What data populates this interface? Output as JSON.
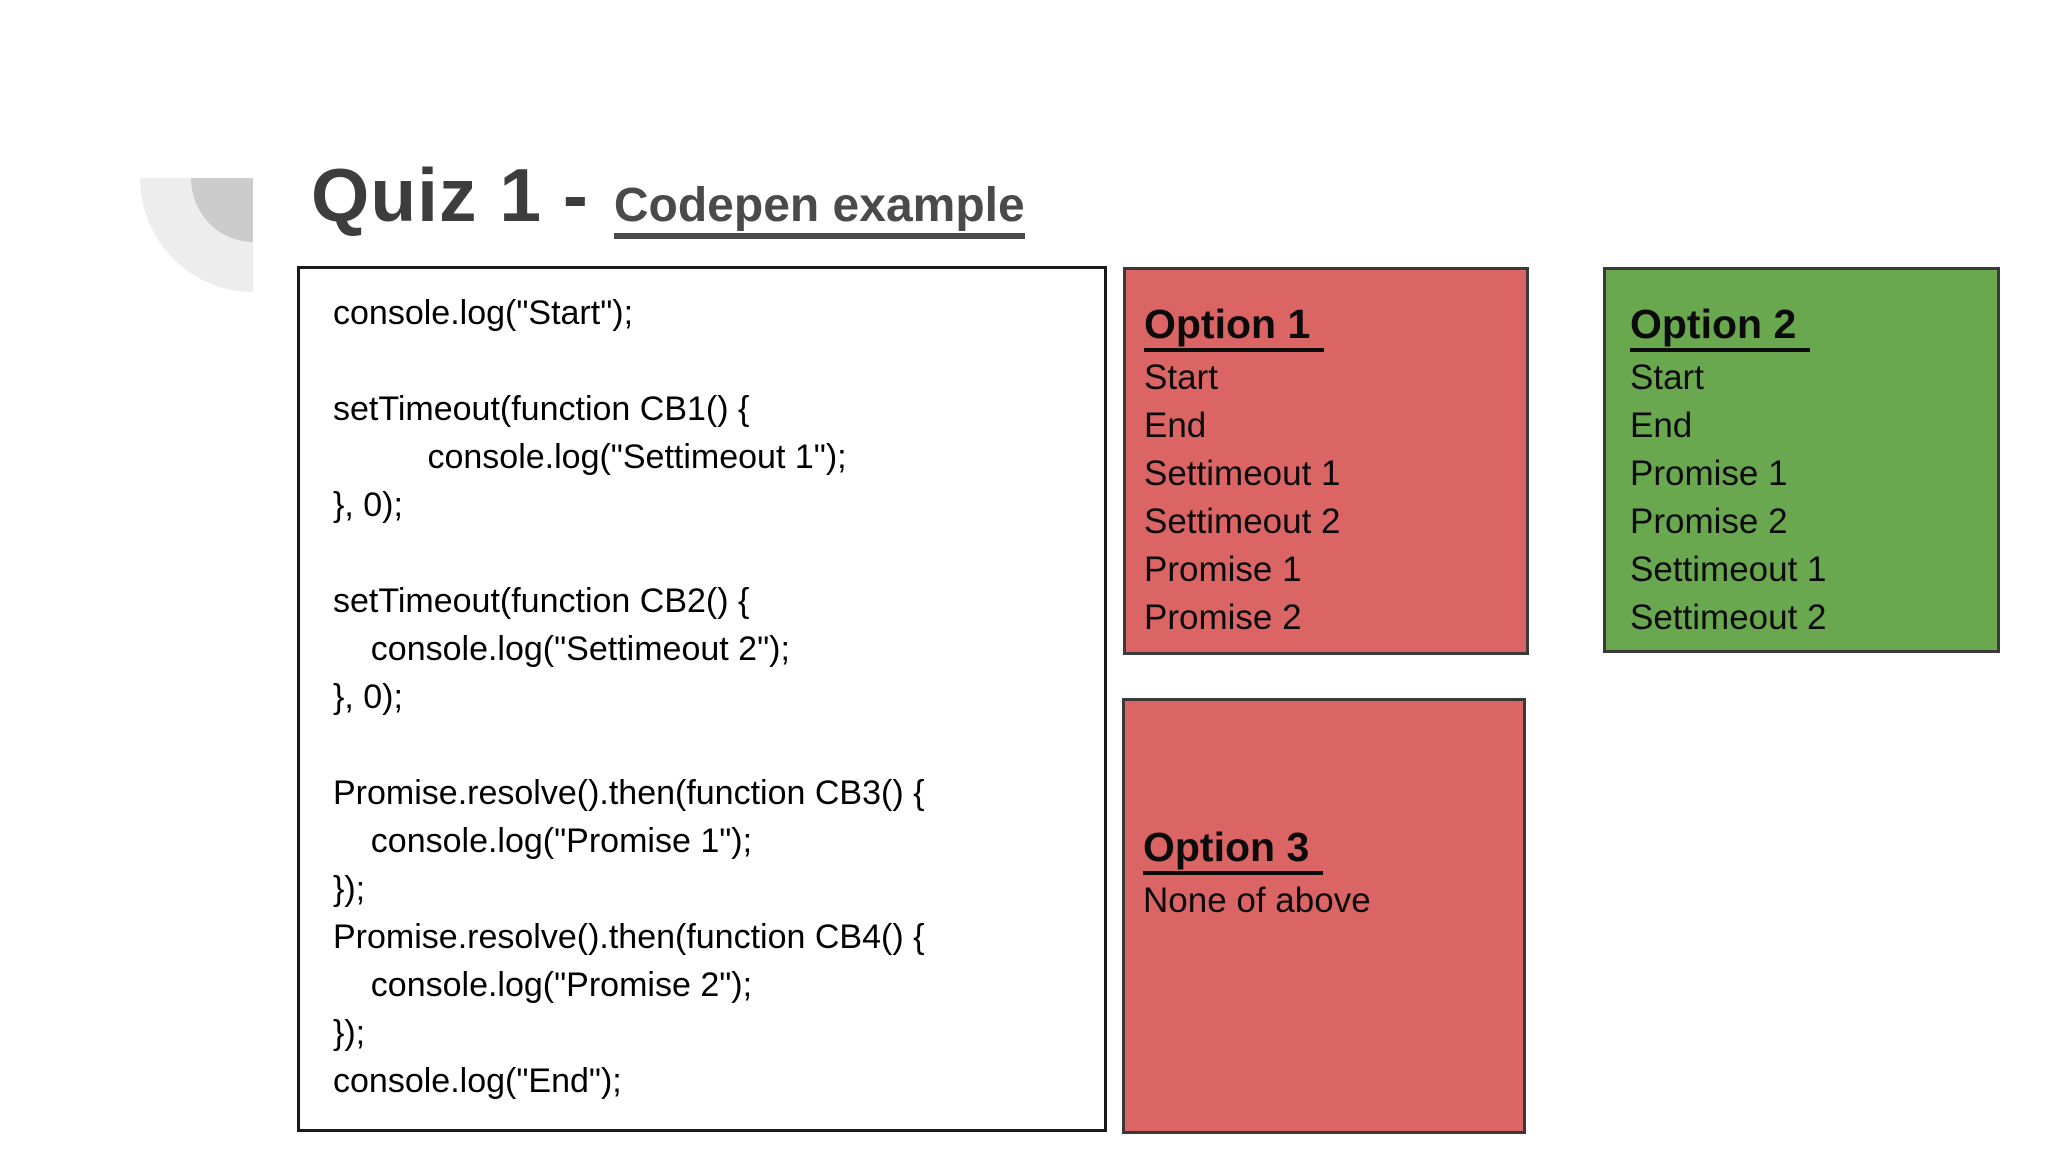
{
  "page": {
    "background": "#ffffff"
  },
  "header": {
    "title": "Quiz 1",
    "separator": "-",
    "link_label": "Codepen example"
  },
  "code_panel": {
    "lines": [
      "console.log(\"Start\");",
      "",
      "setTimeout(function CB1() {",
      "          console.log(\"Settimeout 1\");",
      "}, 0);",
      "",
      "setTimeout(function CB2() {",
      "    console.log(\"Settimeout 2\");",
      "}, 0);",
      "",
      "Promise.resolve().then(function CB3() {",
      "    console.log(\"Promise 1\");",
      "});",
      "Promise.resolve().then(function CB4() {",
      "    console.log(\"Promise 2\");",
      "});",
      "console.log(\"End\");"
    ]
  },
  "options": [
    {
      "title": "Option 1",
      "lines": [
        "Start",
        "End",
        "Settimeout 1",
        "Settimeout 2",
        "Promise 1",
        "Promise 2"
      ],
      "result_color": "#db6565"
    },
    {
      "title": "Option 2",
      "lines": [
        "Start",
        "End",
        "Promise 1",
        "Promise 2",
        "Settimeout 1",
        "Settimeout 2"
      ],
      "result_color": "#6aa84f"
    },
    {
      "title": "Option 3",
      "lines": [
        "None of above"
      ],
      "result_color": "#db6565"
    }
  ],
  "colors": {
    "incorrect_option": "#db6565",
    "correct_option": "#6aa84f",
    "option_border": "#3a3a3a",
    "code_border": "#1a1a1a",
    "title_text": "#3d3d3d",
    "link_text": "#4a4a4a",
    "code_text": "#000000",
    "decoration_outer": "#ededed",
    "decoration_inner": "#cccccc"
  }
}
